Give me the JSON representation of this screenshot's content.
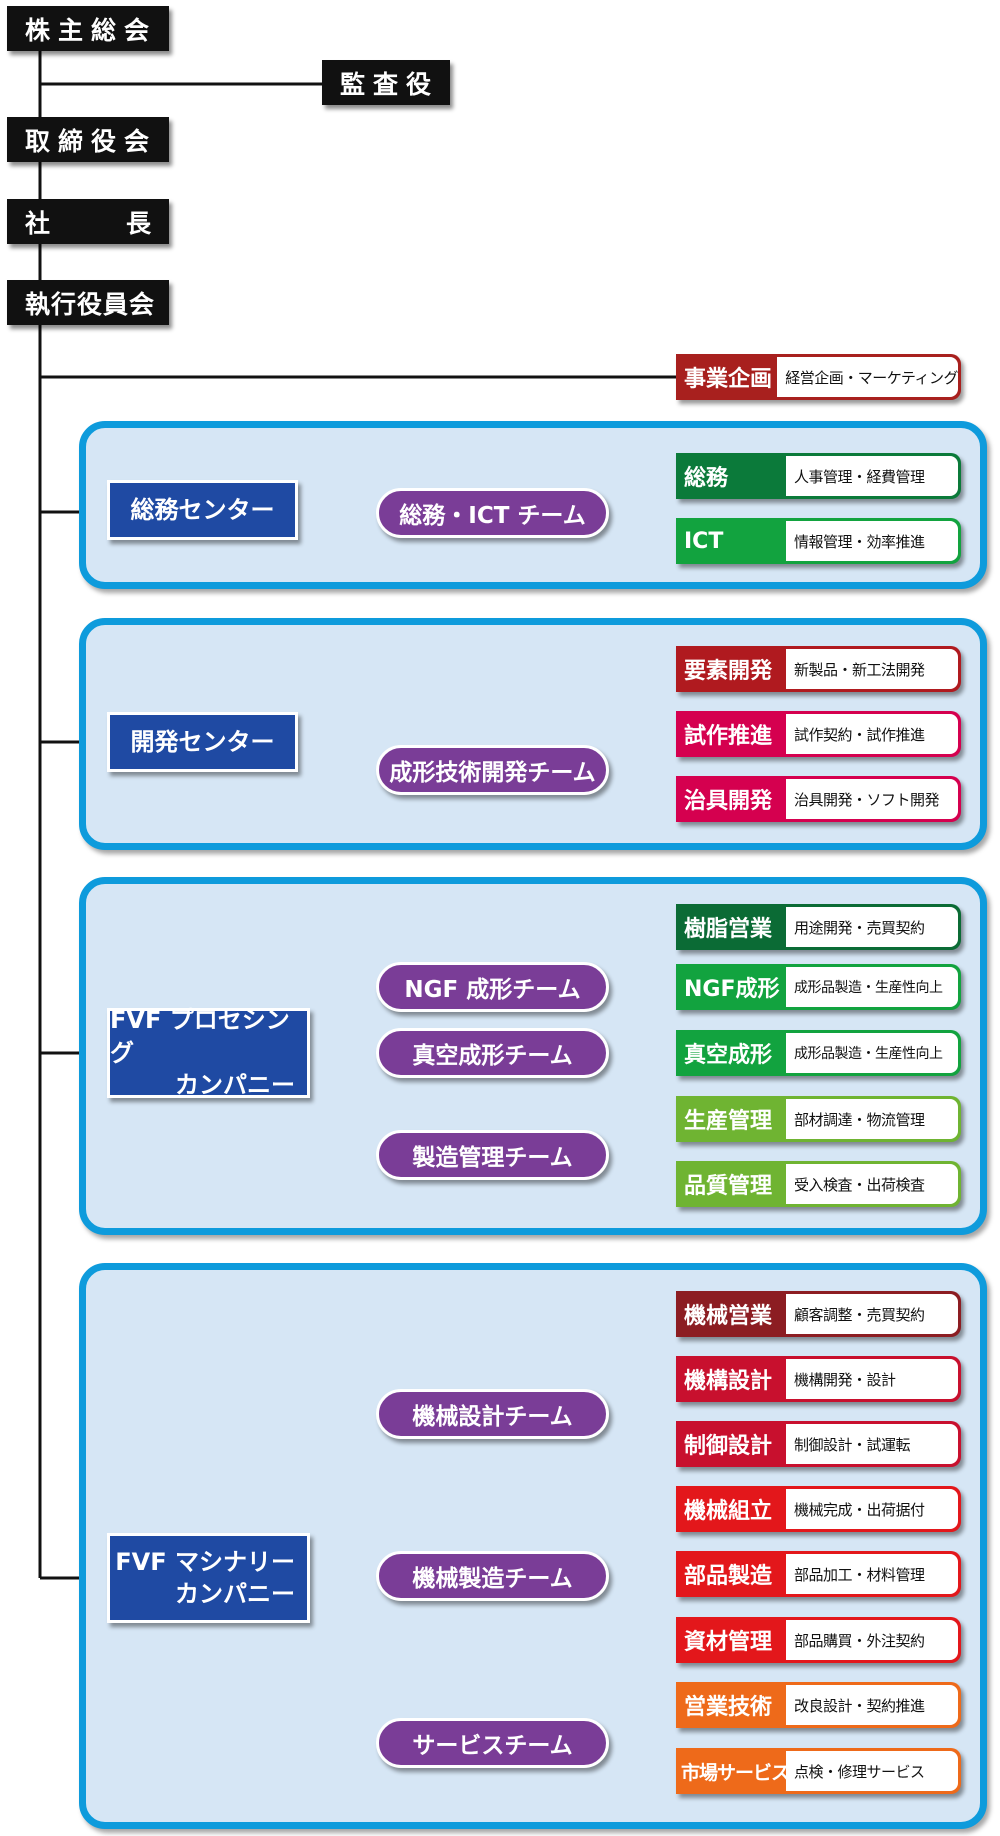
{
  "colors": {
    "panel_border": "#0e9bdc",
    "panel_fill": "#d6e6f5",
    "center_blue": "#1f4aa3",
    "team_purple": "#7a3d97",
    "exec_black": "#111111",
    "dark_red": "#8c1d22",
    "red": "#c8102e",
    "bright_red": "#e3171b",
    "magenta": "#d5004f",
    "dark_green": "#0b7a3a",
    "green": "#12a33f",
    "light_green": "#6fb432",
    "orange": "#ee6a1a"
  },
  "governance": {
    "shareholders": "株主総会",
    "auditor": "監査役",
    "board": "取締役会",
    "president_left": "社",
    "president_right": "長",
    "executive": "執行役員会"
  },
  "business_planning": {
    "label": "事業企画",
    "desc": "経営企画・マーケティング"
  },
  "general_affairs_center": {
    "name": "総務センター",
    "team": "総務・ICT チーム",
    "units": [
      {
        "label": "総務",
        "desc": "人事管理・経費管理"
      },
      {
        "label": "ICT",
        "desc": "情報管理・効率推進"
      }
    ]
  },
  "development_center": {
    "name": "開発センター",
    "direct_unit": {
      "label": "要素開発",
      "desc": "新製品・新工法開発"
    },
    "team": "成形技術開発チーム",
    "units": [
      {
        "label": "試作推進",
        "desc": "試作契約・試作推進"
      },
      {
        "label": "治具開発",
        "desc": "治具開発・ソフト開発"
      }
    ]
  },
  "processing_company": {
    "name_line1": "FVF プロセシング",
    "name_line2": "カンパニー",
    "direct_unit": {
      "label": "樹脂営業",
      "desc": "用途開発・売買契約"
    },
    "teams": [
      {
        "name": "NGF 成形チーム",
        "units": [
          {
            "label": "NGF成形",
            "desc": "成形品製造・生産性向上"
          }
        ]
      },
      {
        "name": "真空成形チーム",
        "units": [
          {
            "label": "真空成形",
            "desc": "成形品製造・生産性向上"
          }
        ]
      },
      {
        "name": "製造管理チーム",
        "units": [
          {
            "label": "生産管理",
            "desc": "部材調達・物流管理"
          },
          {
            "label": "品質管理",
            "desc": "受入検査・出荷検査"
          }
        ]
      }
    ]
  },
  "machinery_company": {
    "name_line1": "FVF マシナリー",
    "name_line2": "カンパニー",
    "direct_unit": {
      "label": "機械営業",
      "desc": "顧客調整・売買契約"
    },
    "teams": [
      {
        "name": "機械設計チーム",
        "units": [
          {
            "label": "機構設計",
            "desc": "機構開発・設計"
          },
          {
            "label": "制御設計",
            "desc": "制御設計・試運転"
          }
        ]
      },
      {
        "name": "機械製造チーム",
        "units": [
          {
            "label": "機械組立",
            "desc": "機械完成・出荷据付"
          },
          {
            "label": "部品製造",
            "desc": "部品加工・材料管理"
          },
          {
            "label": "資材管理",
            "desc": "部品購買・外注契約"
          }
        ]
      },
      {
        "name": "サービスチーム",
        "units": [
          {
            "label": "営業技術",
            "desc": "改良設計・契約推進"
          },
          {
            "label": "市場サービス",
            "desc": "点検・修理サービス"
          }
        ]
      }
    ]
  }
}
